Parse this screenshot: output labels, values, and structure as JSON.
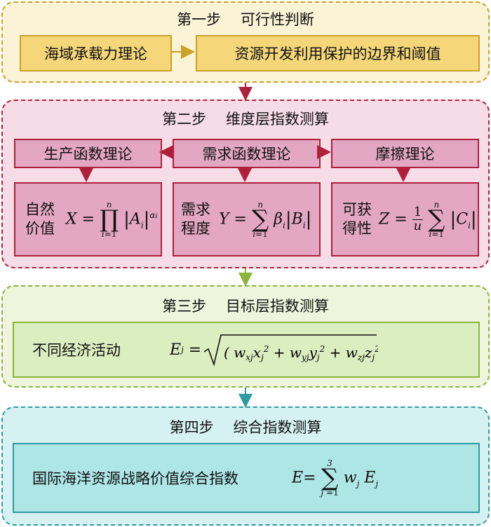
{
  "step1": {
    "title": "第一步　 可行性判断",
    "box_left": "海域承载力理论",
    "box_right": "资源开发利用保护的边界和阈值"
  },
  "step2": {
    "title": "第二步　 维度层指数测算",
    "theories": [
      "生产函数理论",
      "需求函数理论",
      "摩擦理论"
    ],
    "labels": [
      {
        "line1": "自然",
        "line2": "价值"
      },
      {
        "line1": "需求",
        "line2": "程度"
      },
      {
        "line1": "可获",
        "line2": "得性"
      }
    ]
  },
  "step3": {
    "title": "第三步　 目标层指数测算",
    "label": "不同经济活动"
  },
  "step4": {
    "title": "第四步　 综合指数测算",
    "label": "国际海洋资源战略价值综合指数"
  },
  "colors": {
    "s1_border": "#c9a227",
    "s1_bg": "#fbf3d6",
    "s1_box": "#f5d77a",
    "s2_border": "#b0203a",
    "s2_bg": "#f6dce6",
    "s2_box": "#e3a6c3",
    "s3_border": "#8ab43a",
    "s3_bg": "#eef5dc",
    "s3_box": "#dbeec0",
    "s4_border": "#2e9aa2",
    "s4_bg": "#d6f1f2",
    "s4_box": "#aee6e6"
  }
}
